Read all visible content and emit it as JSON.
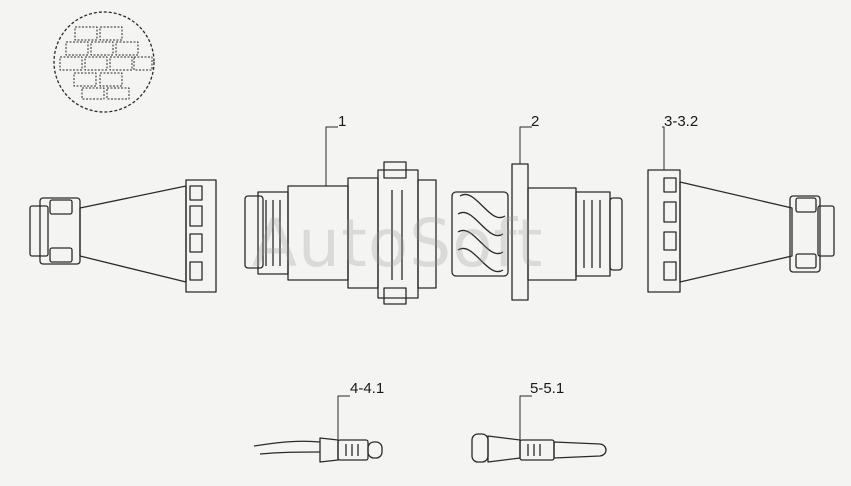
{
  "diagram": {
    "callouts": {
      "part1": "1",
      "part2": "2",
      "part3": "3-3.2",
      "part4": "4-4.1",
      "part5": "5-5.1"
    },
    "watermark": "AutoSoft",
    "colors": {
      "stroke": "#2a2a2a",
      "background": "#f4f4f2"
    }
  }
}
